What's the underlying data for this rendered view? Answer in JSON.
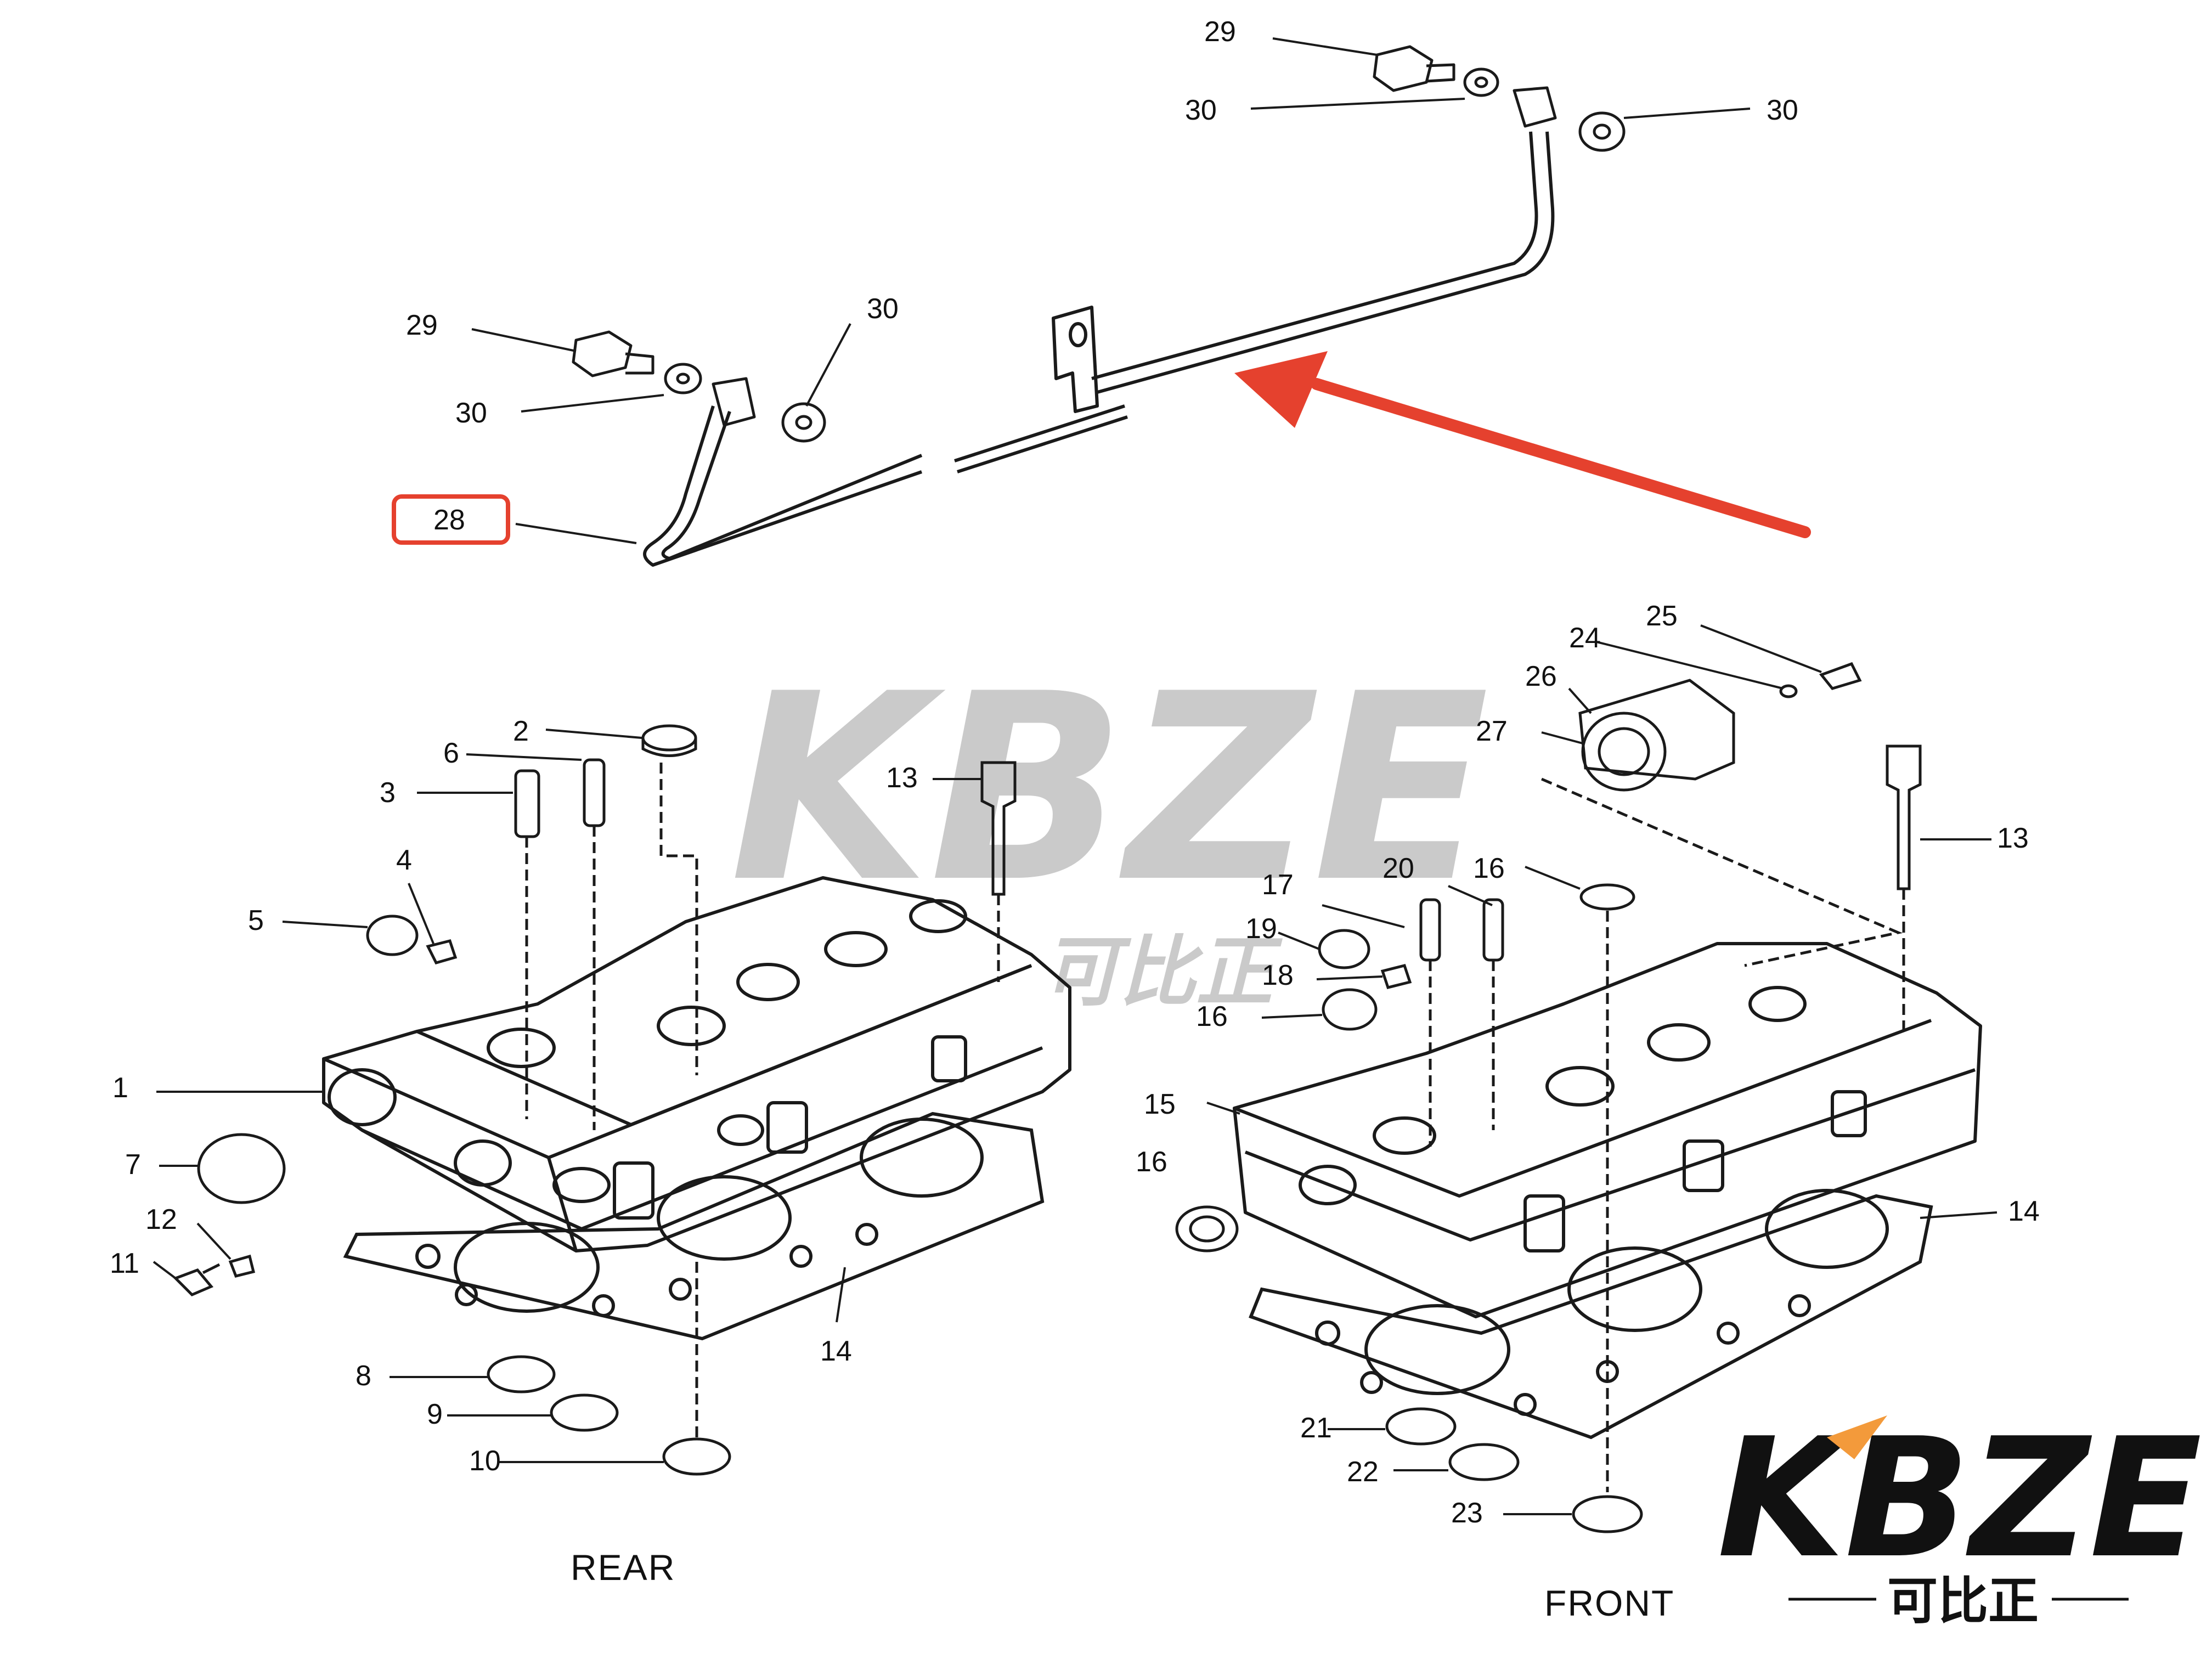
{
  "callouts": {
    "c1": "1",
    "c2": "2",
    "c3": "3",
    "c4": "4",
    "c5": "5",
    "c6": "6",
    "c7": "7",
    "c8": "8",
    "c9": "9",
    "c10": "10",
    "c11": "11",
    "c12": "12",
    "c13a": "13",
    "c13b": "13",
    "c14a": "14",
    "c14b": "14",
    "c15": "15",
    "c16a": "16",
    "c16b": "16",
    "c16c": "16",
    "c17": "17",
    "c18": "18",
    "c19": "19",
    "c20": "20",
    "c21": "21",
    "c22": "22",
    "c23": "23",
    "c24": "24",
    "c25": "25",
    "c26": "26",
    "c27": "27",
    "c28": "28",
    "c29a": "29",
    "c29b": "29",
    "c30a": "30",
    "c30b": "30",
    "c30c": "30",
    "c30d": "30"
  },
  "views": {
    "rear": "REAR",
    "front": "FRONT"
  },
  "watermark": {
    "brand": "KBZE",
    "cn": "可比正"
  },
  "logo": {
    "brand": "KBZE",
    "cn": "可比正"
  },
  "highlight": {
    "part": "28",
    "color": "#e5412e"
  },
  "colors": {
    "line": "#1a1a1a",
    "accent": "#e5412e",
    "logo_k": "#f39a3b"
  }
}
